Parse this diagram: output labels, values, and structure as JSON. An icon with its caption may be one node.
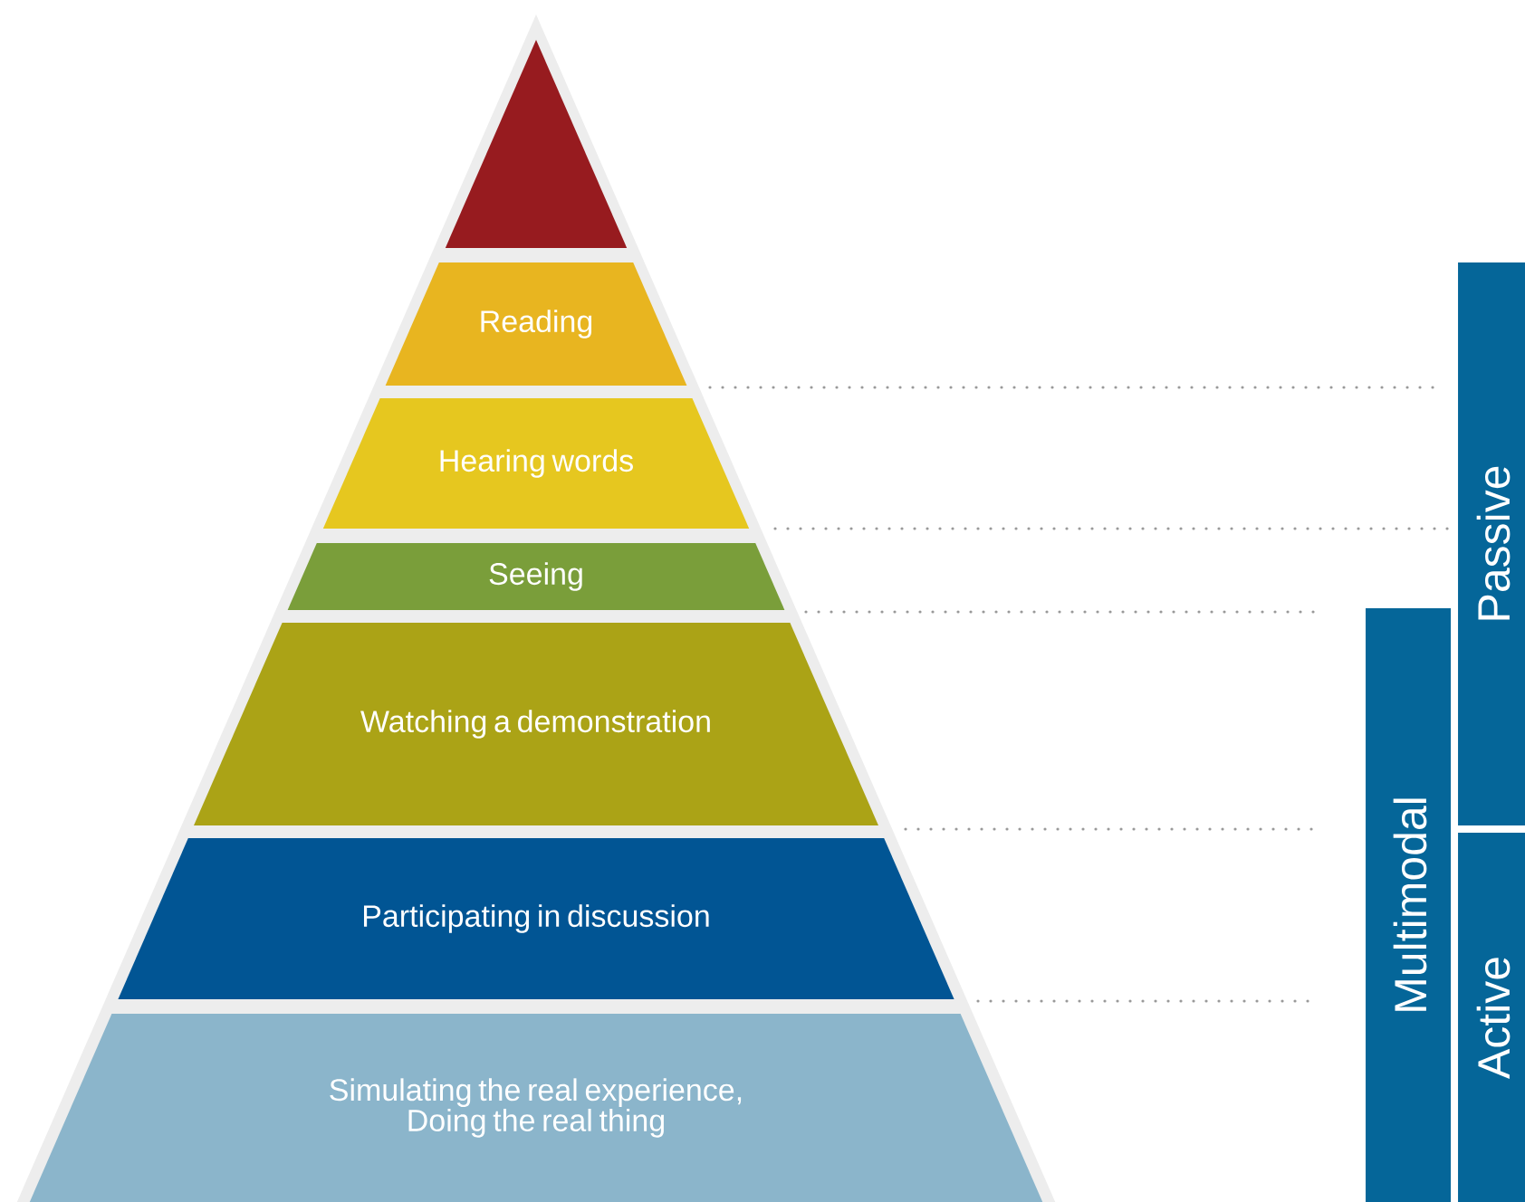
{
  "diagram": {
    "nodes": [
      {
        "text": [],
        "shape": "triangle"
      },
      {
        "text": [
          "Reading"
        ]
      },
      {
        "text": [
          "Hearing words"
        ]
      },
      {
        "text": [
          "Seeing"
        ]
      },
      {
        "text": [
          "Watching a demonstration"
        ]
      },
      {
        "text": [
          "Participating in discussion"
        ]
      },
      {
        "text": [
          "Simulating the real experience, Doing the real thing"
        ]
      },
      {
        "text": [
          "Passive"
        ]
      },
      {
        "text": [
          "Multimodal"
        ]
      },
      {
        "text": [
          "Active"
        ]
      }
    ]
  }
}
